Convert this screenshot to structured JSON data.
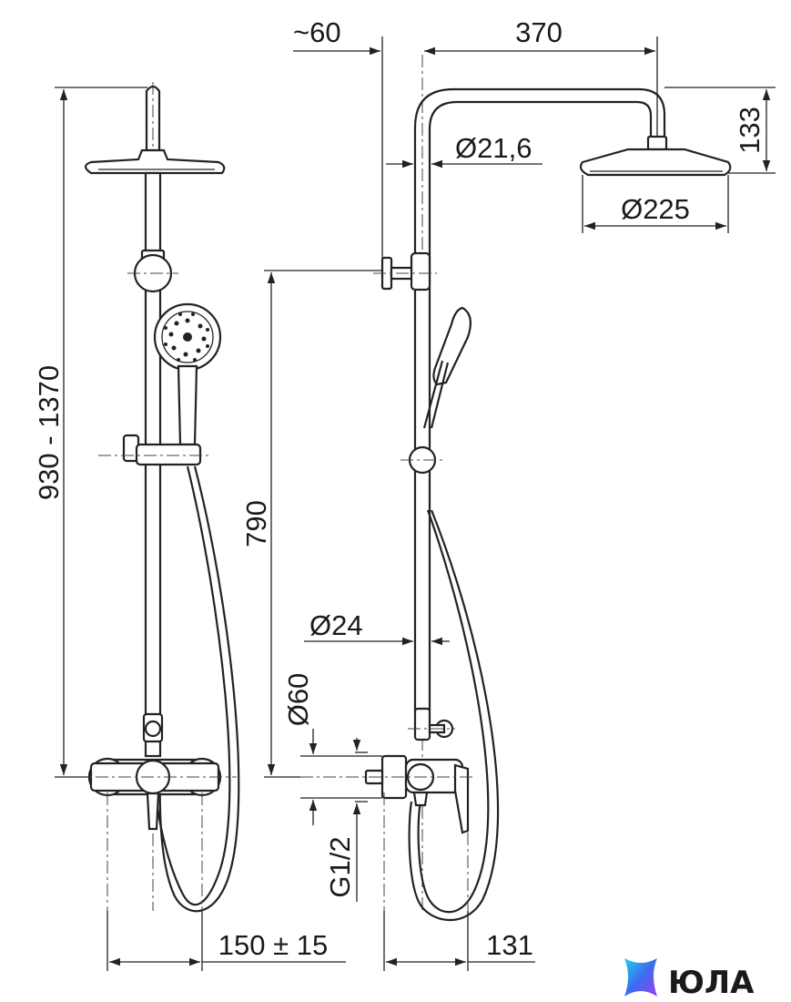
{
  "dimensions": {
    "overall_height": "930 - 1370",
    "slide_bar": "790",
    "offset": "~60",
    "arm_length": "370",
    "head_drop": "133",
    "pipe_diameter": "Ø21,6",
    "head_diameter": "Ø225",
    "tube_diameter": "Ø24",
    "mixer_diameter": "Ø60",
    "thread": "G1/2",
    "inlet_spacing": "150 ± 15",
    "mixer_depth": "131"
  },
  "brand": {
    "name": "ЮЛА",
    "colors": [
      "#3b6df0",
      "#9b3cf2",
      "#1fd0e8"
    ]
  },
  "colors": {
    "line": "#222222",
    "background": "#ffffff"
  }
}
